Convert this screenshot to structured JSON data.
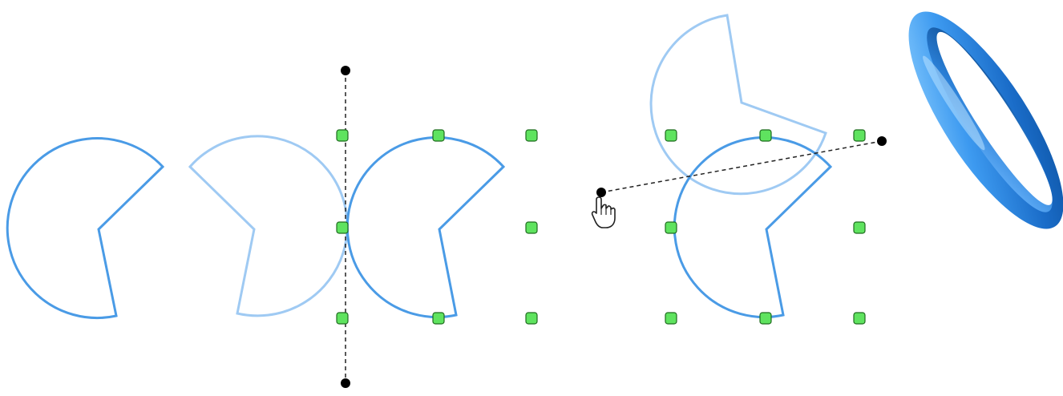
{
  "colors": {
    "shape_stroke": "#4a9be6",
    "ghost_stroke": "#9fcaf3",
    "handle_fill": "#5fe35f",
    "handle_border": "#1f6b1f",
    "guide_line": "#222222",
    "ring_light": "#6db8ff",
    "ring_dark": "#0b4f9c"
  },
  "icons": [
    "crosshair-icon",
    "hand-pointer-icon",
    "selection-handle-icon",
    "torus-icon"
  ],
  "panels": [
    {
      "name": "original-shape",
      "state": "unselected"
    },
    {
      "name": "mirror-operation",
      "state": "selected",
      "guide": "vertical-axis"
    },
    {
      "name": "rotate-operation",
      "state": "selected",
      "guide": "rotation-line",
      "cursor": "hand-pointer"
    },
    {
      "name": "3d-preview",
      "object": "torus"
    }
  ]
}
